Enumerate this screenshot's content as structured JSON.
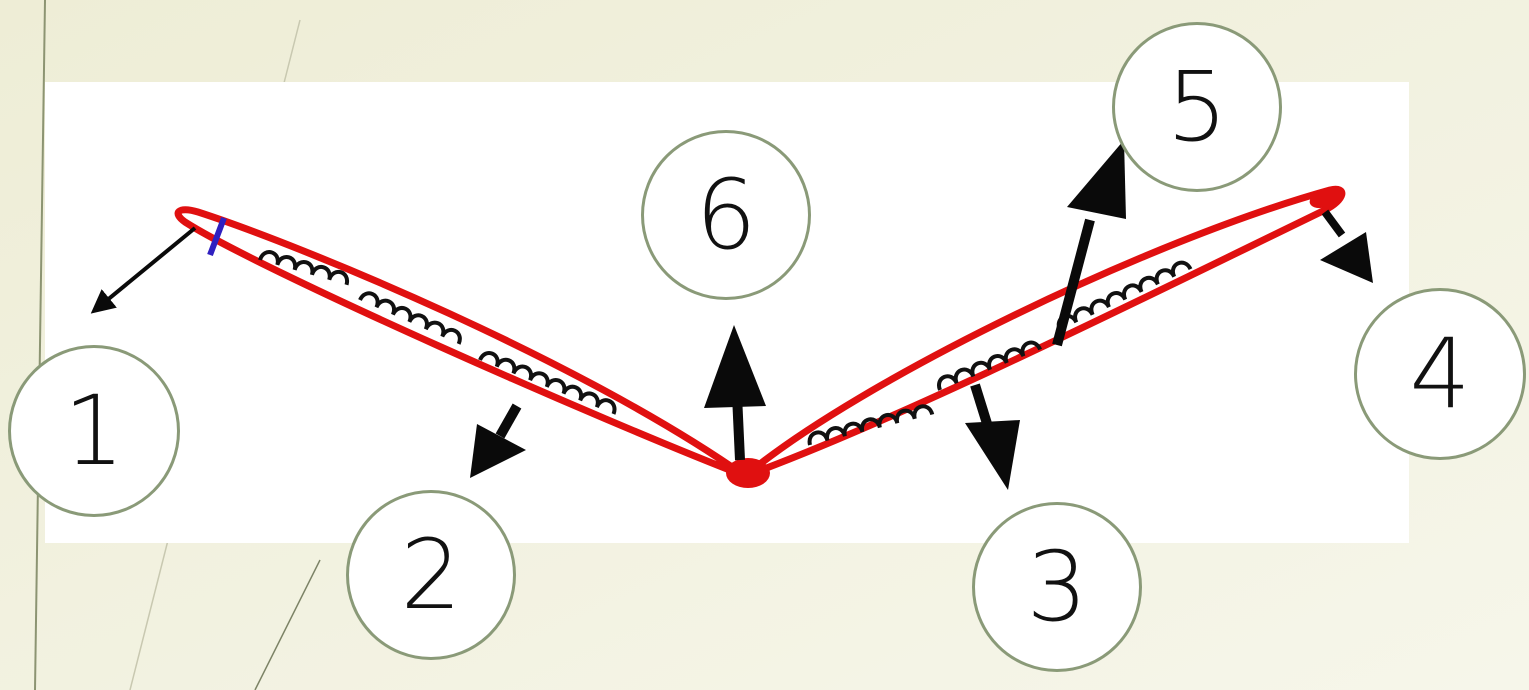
{
  "colors": {
    "background": "#f0efdc",
    "panel": "#ffffff",
    "outline": "#e01010",
    "coil": "#111111",
    "arrow": "#0a0a0a",
    "marker": "#3020c0",
    "callout_border": "#8a9a78"
  },
  "callouts": [
    {
      "id": "1",
      "label": "1"
    },
    {
      "id": "2",
      "label": "2"
    },
    {
      "id": "3",
      "label": "3"
    },
    {
      "id": "4",
      "label": "4"
    },
    {
      "id": "5",
      "label": "5"
    },
    {
      "id": "6",
      "label": "6"
    }
  ]
}
